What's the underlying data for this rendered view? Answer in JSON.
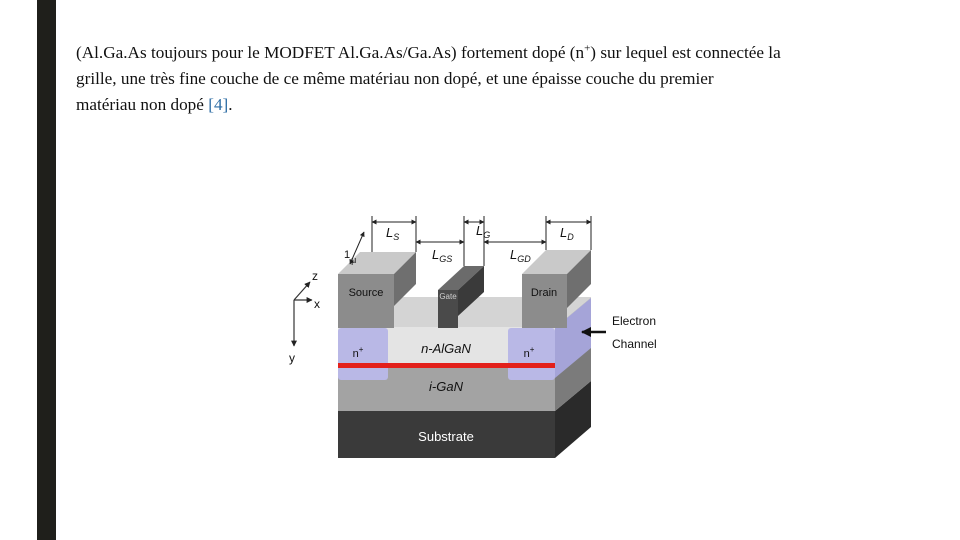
{
  "slide": {
    "text": {
      "line1_a": "(Al.Ga.As toujours pour le MODFET Al.Ga.As/Ga.As) fortement dopé (n",
      "line1_sup": "+",
      "line1_b": ") sur lequel est connectée la",
      "line2": "grille, une très fine couche de ce même matériau non dopé, et une épaisse couche du premier",
      "line3_a": "matériau non dopé ",
      "citation": "[4]",
      "line3_b": "."
    },
    "figure": {
      "dim_labels": {
        "ls_main": "L",
        "ls_sub": "S",
        "lgs_main": "L",
        "lgs_sub": "GS",
        "lg_main": "L",
        "lg_sub": "G",
        "lgd_main": "L",
        "lgd_sub": "GD",
        "ld_main": "L",
        "ld_sub": "D",
        "thickness_mark": "1",
        "thickness_unit": "μ"
      },
      "axis_labels": {
        "z": "z",
        "x": "x",
        "y": "y"
      },
      "contacts": {
        "source": "Source",
        "gate": "Gate",
        "drain": "Drain"
      },
      "regions": {
        "n_left": "n",
        "n_right": "n",
        "n_sup": "+",
        "barrier": "n-AlGaN",
        "buffer": "i-GaN",
        "substrate": "Substrate"
      },
      "callout": {
        "line1": "Electron",
        "line2": "Channel"
      },
      "colors": {
        "contact": "#8c8c8c",
        "contact_top": "#c9c9c9",
        "gate_fill": "#4a4a4a",
        "barrier": "#e4e4e4",
        "n_region": "#b9b8e6",
        "channel": "#e3201b",
        "buffer": "#a3a3a3",
        "substrate": "#3a3a3a"
      }
    }
  }
}
